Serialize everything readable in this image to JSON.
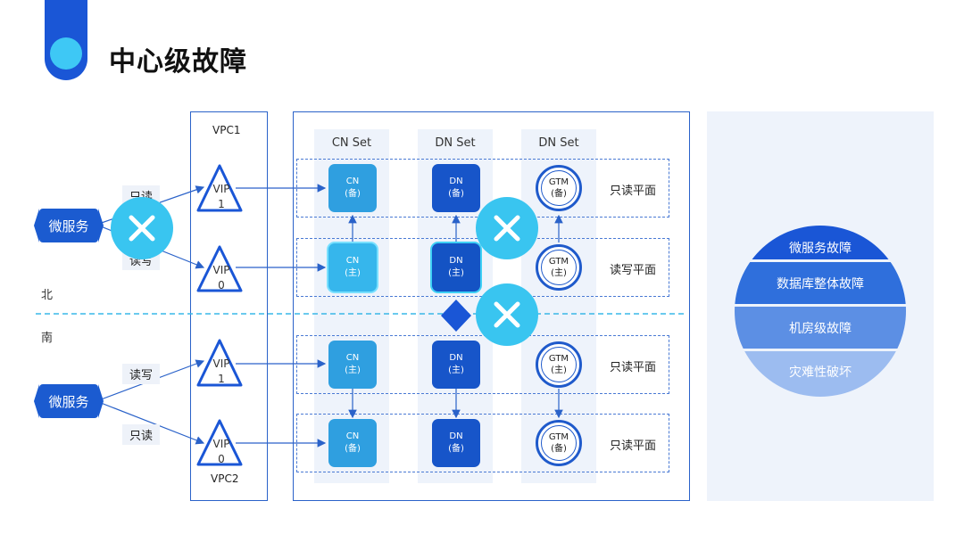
{
  "title": "中心级故障",
  "vpc": {
    "top": "VPC1",
    "bottom": "VPC2"
  },
  "columns": [
    "CN Set",
    "DN Set",
    "DN Set"
  ],
  "regions": {
    "north": "北",
    "south": "南"
  },
  "microservice": "微服务",
  "edge_labels": {
    "r1": "只读",
    "r2": "读写",
    "r3": "读写",
    "r4": "只读"
  },
  "vips": [
    {
      "line1": "VIP",
      "line2": "1"
    },
    {
      "line1": "VIP",
      "line2": "0"
    },
    {
      "line1": "VIP",
      "line2": "1"
    },
    {
      "line1": "VIP",
      "line2": "0"
    }
  ],
  "rows": [
    {
      "cn": "CN",
      "cn_role": "(备)",
      "dn": "DN",
      "dn_role": "(备)",
      "gtm": "GTM",
      "gtm_role": "(备)",
      "plane": "只读平面"
    },
    {
      "cn": "CN",
      "cn_role": "(主)",
      "dn": "DN",
      "dn_role": "(主)",
      "gtm": "GTM",
      "gtm_role": "(主)",
      "plane": "读写平面"
    },
    {
      "cn": "CN",
      "cn_role": "(主)",
      "dn": "DN",
      "dn_role": "(主)",
      "gtm": "GTM",
      "gtm_role": "(主)",
      "plane": "只读平面"
    },
    {
      "cn": "CN",
      "cn_role": "(备)",
      "dn": "DN",
      "dn_role": "(备)",
      "gtm": "GTM",
      "gtm_role": "(备)",
      "plane": "只读平面"
    }
  ],
  "pyramid": [
    "微服务故障",
    "数据库整体故障",
    "机房级故障",
    "灾难性破坏"
  ],
  "colors": {
    "primary": "#1a56d6",
    "accent": "#3ec8f5",
    "panel": "#eef3fb"
  }
}
